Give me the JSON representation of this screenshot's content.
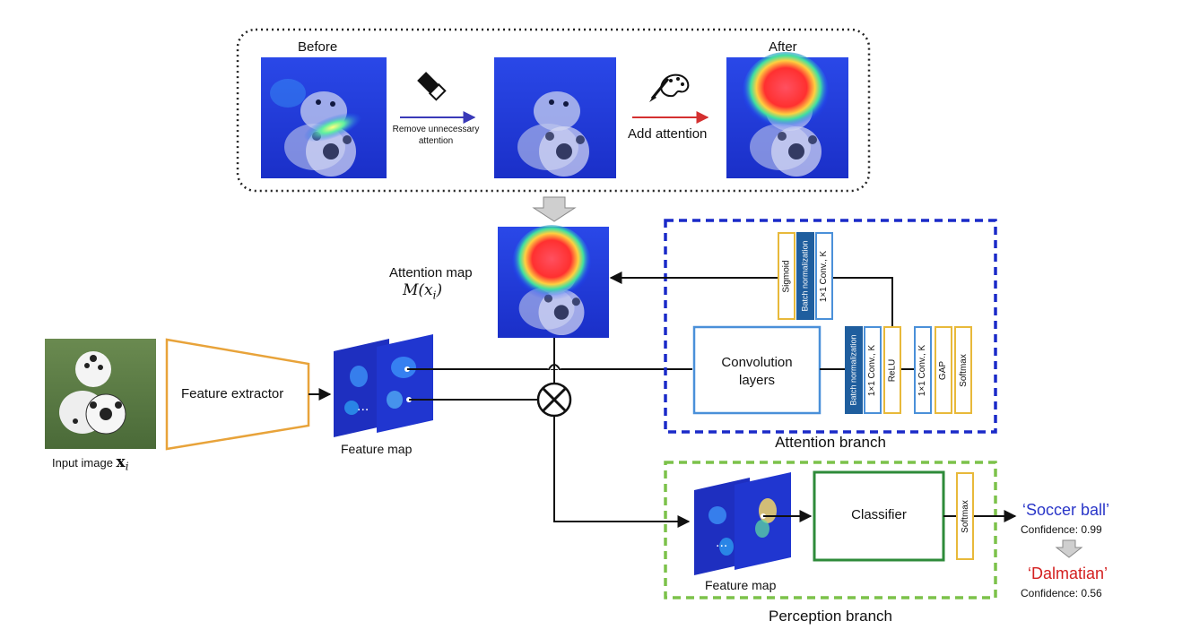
{
  "top_panel": {
    "before_label": "Before",
    "after_label": "After",
    "remove_label_line1": "Remove unnecessary",
    "remove_label_line2": "attention",
    "add_label": "Add attention"
  },
  "attention_map": {
    "label": "Attention map",
    "formula": "M(x",
    "formula_sub": "i",
    "formula_close": ")"
  },
  "input": {
    "label": "Input image ",
    "symbol": "x",
    "symbol_sub": "i"
  },
  "feature_extractor": {
    "label": "Feature extractor"
  },
  "feature_map_1": {
    "label": "Feature map"
  },
  "feature_map_2": {
    "label": "Feature map"
  },
  "attention_branch": {
    "title": "Attention branch",
    "conv_layers": "Convolution layers",
    "conv_line1": "Convolution",
    "conv_line2": "layers",
    "upper_stack": [
      "Sigmoid",
      "Batch normalization",
      "1×1 Conv., K"
    ],
    "lower_stack": [
      "Batch normalization",
      "1×1 Conv., K",
      "ReLU",
      "1×1 Conv., K",
      "GAP",
      "Softmax"
    ]
  },
  "perception_branch": {
    "title": "Perception branch",
    "classifier": "Classifier",
    "softmax": "Softmax"
  },
  "outputs": {
    "first_quote_open": "‘",
    "first_class": "Soccer ball",
    "first_quote_close": "’",
    "first_confidence": "Confidence: 0.99",
    "second_quote_open": "‘",
    "second_class": "Dalmatian",
    "second_quote_close": "’",
    "second_confidence": "Confidence: 0.56"
  },
  "colors": {
    "attention_branch": "#1a2ac8",
    "perception_branch": "#7cc24a",
    "classifier": "#2e8b3a",
    "feature_extractor": "#e8a33a",
    "yellow_block": "#e8b93a",
    "blue_block": "#4a90d9",
    "dark_block": "#1f5e9e",
    "soccer_ball_text": "#2a36c8",
    "dalmatian_text": "#d42020",
    "remove_arrow": "#3a3ab8",
    "add_arrow": "#d43030"
  }
}
